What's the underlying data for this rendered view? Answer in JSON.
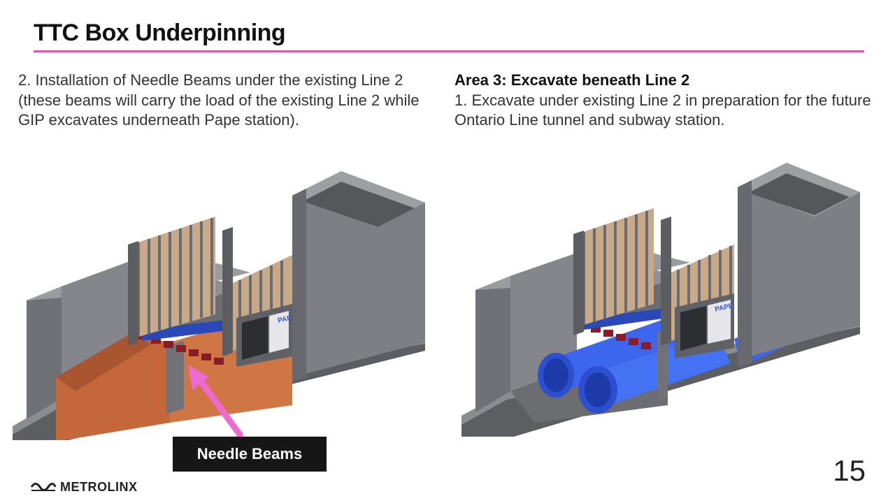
{
  "slide": {
    "title": "TTC Box Underpinning",
    "left_text": "2. Installation of Needle Beams under the existing Line 2 (these beams will carry the load of the existing Line 2 while GIP excavates underneath Pape station).",
    "right_heading": "Area 3: Excavate beneath Line 2",
    "right_text": "1. Excavate under existing Line 2 in preparation for the future Ontario Line tunnel and subway station.",
    "callout_label": "Needle Beams",
    "sign_label": "PAPE",
    "logo_text": "METROLINX",
    "page_number": "15"
  },
  "colors": {
    "accent_rule": "#d95aa8",
    "arrow": "#ee6ad0",
    "concrete": "#77797e",
    "excavation": "#c4683c",
    "needle_beam": "#8a1c2a",
    "blue_slab": "#2b48b8",
    "tunnel": "#3c66ee"
  },
  "icons": [
    "metrolinx-logo-icon",
    "callout-arrow-icon"
  ]
}
